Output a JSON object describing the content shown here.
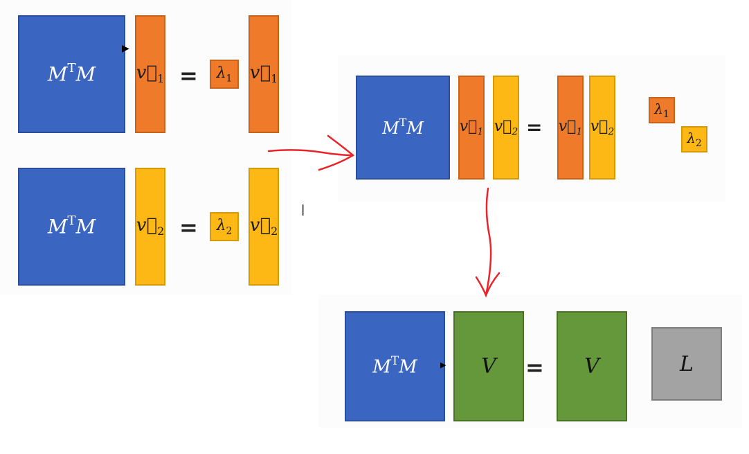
{
  "colors": {
    "blue": "#3a66c2",
    "orange": "#ef7a29",
    "yellow": "#fdb815",
    "green": "#64983a",
    "gray": "#a3a3a3",
    "arrow": "#e8242a"
  },
  "labels": {
    "matrix_base": "M",
    "matrix_sup": "T",
    "matrix_tail": "M",
    "v": "v⃗",
    "sub1": "1",
    "sub2": "2",
    "lambda": "λ",
    "equals": "=",
    "V": "V",
    "L": "L"
  }
}
